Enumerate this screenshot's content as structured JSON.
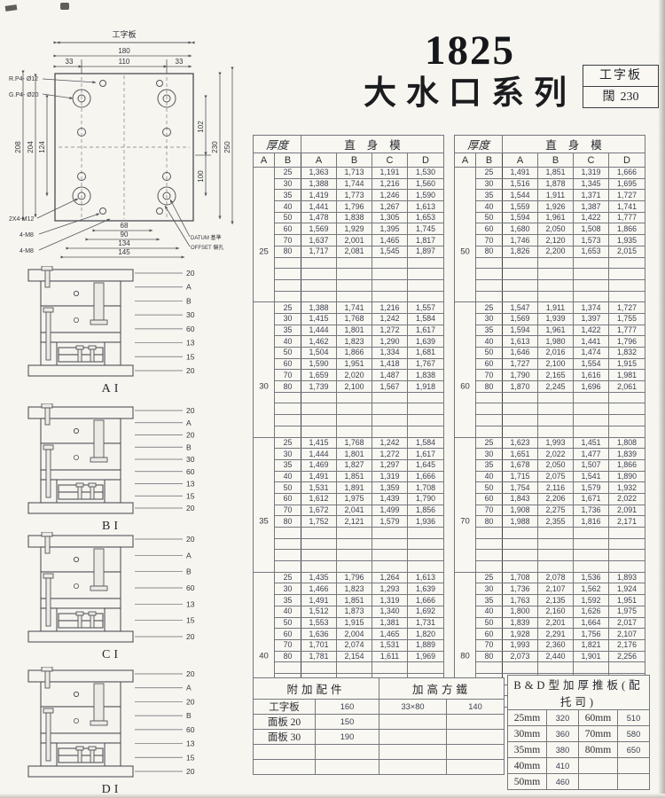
{
  "title": {
    "model": "1825",
    "series": "大水口系列"
  },
  "spec_box": {
    "line1": "工字板",
    "line2_label": "闊",
    "line2_value": "230"
  },
  "drawing": {
    "plate_label": "工字板",
    "dim_180": "180",
    "dim_33a": "33",
    "dim_110": "110",
    "dim_33b": "33",
    "dim_208": "208",
    "dim_204": "204",
    "dim_124": "124",
    "dim_102": "102",
    "dim_100": "100",
    "dim_230": "230",
    "dim_250": "250",
    "dim_68": "68",
    "dim_90": "90",
    "dim_134": "134",
    "dim_145": "145",
    "callout_rp": "R.P4- Ø12",
    "callout_gp": "G.P4- Ø20",
    "callout_m12": "2X4-M12",
    "callout_m8a": "4-M8",
    "callout_m8b": "4-M8",
    "callout_datum": "DATUM 基準",
    "callout_offset": "OFFSET 偏孔"
  },
  "tables": {
    "headers": {
      "thickness": "厚度",
      "straight": "直身模",
      "sub": [
        "A",
        "B",
        "A",
        "B",
        "C",
        "D"
      ]
    },
    "left_blocks": [
      {
        "a": "25",
        "rows": [
          [
            "25",
            "1,363",
            "1,713",
            "1,191",
            "1,530"
          ],
          [
            "30",
            "1,388",
            "1,744",
            "1,216",
            "1,560"
          ],
          [
            "35",
            "1,419",
            "1,773",
            "1,246",
            "1,590"
          ],
          [
            "40",
            "1,441",
            "1,796",
            "1,267",
            "1,613"
          ],
          [
            "50",
            "1,478",
            "1,838",
            "1,305",
            "1,653"
          ],
          [
            "60",
            "1,569",
            "1,929",
            "1,395",
            "1,745"
          ],
          [
            "70",
            "1,637",
            "2,001",
            "1,465",
            "1,817"
          ],
          [
            "80",
            "1,717",
            "2,081",
            "1,545",
            "1,897"
          ]
        ]
      },
      {
        "a": "30",
        "rows": [
          [
            "25",
            "1,388",
            "1,741",
            "1,216",
            "1,557"
          ],
          [
            "30",
            "1,415",
            "1,768",
            "1,242",
            "1,584"
          ],
          [
            "35",
            "1,444",
            "1,801",
            "1,272",
            "1,617"
          ],
          [
            "40",
            "1,462",
            "1,823",
            "1,290",
            "1,639"
          ],
          [
            "50",
            "1,504",
            "1,866",
            "1,334",
            "1,681"
          ],
          [
            "60",
            "1,590",
            "1,951",
            "1,418",
            "1,767"
          ],
          [
            "70",
            "1,659",
            "2,020",
            "1,487",
            "1,838"
          ],
          [
            "80",
            "1,739",
            "2,100",
            "1,567",
            "1,918"
          ]
        ]
      },
      {
        "a": "35",
        "rows": [
          [
            "25",
            "1,415",
            "1,768",
            "1,242",
            "1,584"
          ],
          [
            "30",
            "1,444",
            "1,801",
            "1,272",
            "1,617"
          ],
          [
            "35",
            "1,469",
            "1,827",
            "1,297",
            "1,645"
          ],
          [
            "40",
            "1,491",
            "1,851",
            "1,319",
            "1,666"
          ],
          [
            "50",
            "1,531",
            "1,891",
            "1,359",
            "1,708"
          ],
          [
            "60",
            "1,612",
            "1,975",
            "1,439",
            "1,790"
          ],
          [
            "70",
            "1,672",
            "2,041",
            "1,499",
            "1,856"
          ],
          [
            "80",
            "1,752",
            "2,121",
            "1,579",
            "1,936"
          ]
        ]
      },
      {
        "a": "40",
        "rows": [
          [
            "25",
            "1,435",
            "1,796",
            "1,264",
            "1,613"
          ],
          [
            "30",
            "1,466",
            "1,823",
            "1,293",
            "1,639"
          ],
          [
            "35",
            "1,491",
            "1,851",
            "1,319",
            "1,666"
          ],
          [
            "40",
            "1,512",
            "1,873",
            "1,340",
            "1,692"
          ],
          [
            "50",
            "1,553",
            "1,915",
            "1,381",
            "1,731"
          ],
          [
            "60",
            "1,636",
            "2,004",
            "1,465",
            "1,820"
          ],
          [
            "70",
            "1,701",
            "2,074",
            "1,531",
            "1,889"
          ],
          [
            "80",
            "1,781",
            "2,154",
            "1,611",
            "1,969"
          ]
        ]
      }
    ],
    "right_blocks": [
      {
        "a": "50",
        "rows": [
          [
            "25",
            "1,491",
            "1,851",
            "1,319",
            "1,666"
          ],
          [
            "30",
            "1,516",
            "1,878",
            "1,345",
            "1,695"
          ],
          [
            "35",
            "1,544",
            "1,911",
            "1,371",
            "1,727"
          ],
          [
            "40",
            "1,559",
            "1,926",
            "1,387",
            "1,741"
          ],
          [
            "50",
            "1,594",
            "1,961",
            "1,422",
            "1,777"
          ],
          [
            "60",
            "1,680",
            "2,050",
            "1,508",
            "1,866"
          ],
          [
            "70",
            "1,746",
            "2,120",
            "1,573",
            "1,935"
          ],
          [
            "80",
            "1,826",
            "2,200",
            "1,653",
            "2,015"
          ]
        ]
      },
      {
        "a": "60",
        "rows": [
          [
            "25",
            "1,547",
            "1,911",
            "1,374",
            "1,727"
          ],
          [
            "30",
            "1,569",
            "1,939",
            "1,397",
            "1,755"
          ],
          [
            "35",
            "1,594",
            "1,961",
            "1,422",
            "1,777"
          ],
          [
            "40",
            "1,613",
            "1,980",
            "1,441",
            "1,796"
          ],
          [
            "50",
            "1,646",
            "2,016",
            "1,474",
            "1,832"
          ],
          [
            "60",
            "1,727",
            "2,100",
            "1,554",
            "1,915"
          ],
          [
            "70",
            "1,790",
            "2,165",
            "1,616",
            "1,981"
          ],
          [
            "80",
            "1,870",
            "2,245",
            "1,696",
            "2,061"
          ]
        ]
      },
      {
        "a": "70",
        "rows": [
          [
            "25",
            "1,623",
            "1,993",
            "1,451",
            "1,808"
          ],
          [
            "30",
            "1,651",
            "2,022",
            "1,477",
            "1,839"
          ],
          [
            "35",
            "1,678",
            "2,050",
            "1,507",
            "1,866"
          ],
          [
            "40",
            "1,715",
            "2,075",
            "1,541",
            "1,890"
          ],
          [
            "50",
            "1,754",
            "2,116",
            "1,579",
            "1,932"
          ],
          [
            "60",
            "1,843",
            "2,206",
            "1,671",
            "2,022"
          ],
          [
            "70",
            "1,908",
            "2,275",
            "1,736",
            "2,091"
          ],
          [
            "80",
            "1,988",
            "2,355",
            "1,816",
            "2,171"
          ]
        ]
      },
      {
        "a": "80",
        "rows": [
          [
            "25",
            "1,708",
            "2,078",
            "1,536",
            "1,893"
          ],
          [
            "30",
            "1,736",
            "2,107",
            "1,562",
            "1,924"
          ],
          [
            "35",
            "1,763",
            "2,135",
            "1,592",
            "1,951"
          ],
          [
            "40",
            "1,800",
            "2,160",
            "1,626",
            "1,975"
          ],
          [
            "50",
            "1,839",
            "2,201",
            "1,664",
            "2,017"
          ],
          [
            "60",
            "1,928",
            "2,291",
            "1,756",
            "2,107"
          ],
          [
            "70",
            "1,993",
            "2,360",
            "1,821",
            "2,176"
          ],
          [
            "80",
            "2,073",
            "2,440",
            "1,901",
            "2,256"
          ]
        ]
      }
    ]
  },
  "diagrams": [
    {
      "label": "AI",
      "dims": [
        "20",
        "A",
        "B",
        "30",
        "60",
        "13",
        "15",
        "20"
      ]
    },
    {
      "label": "BI",
      "dims": [
        "20",
        "A",
        "20",
        "B",
        "30",
        "60",
        "13",
        "15",
        "20"
      ]
    },
    {
      "label": "CI",
      "dims": [
        "20",
        "A",
        "B",
        "60",
        "13",
        "15",
        "20"
      ]
    },
    {
      "label": "DI",
      "dims": [
        "20",
        "A",
        "20",
        "B",
        "60",
        "13",
        "15",
        "20"
      ]
    }
  ],
  "bottom": {
    "accessories": {
      "title": "附加配件",
      "rows": [
        [
          "工字板",
          "160"
        ],
        [
          "面板 20",
          "150"
        ],
        [
          "面板 30",
          "190"
        ]
      ]
    },
    "riser": {
      "title": "加高方鐵",
      "rows": [
        [
          "33×80",
          "140"
        ]
      ]
    },
    "bd": {
      "title": "B&D型加厚推板(配托司)",
      "rows": [
        [
          "25mm",
          "320",
          "60mm",
          "510"
        ],
        [
          "30mm",
          "360",
          "70mm",
          "580"
        ],
        [
          "35mm",
          "380",
          "80mm",
          "650"
        ],
        [
          "40mm",
          "410",
          "",
          ""
        ],
        [
          "50mm",
          "460",
          "",
          ""
        ]
      ]
    }
  }
}
